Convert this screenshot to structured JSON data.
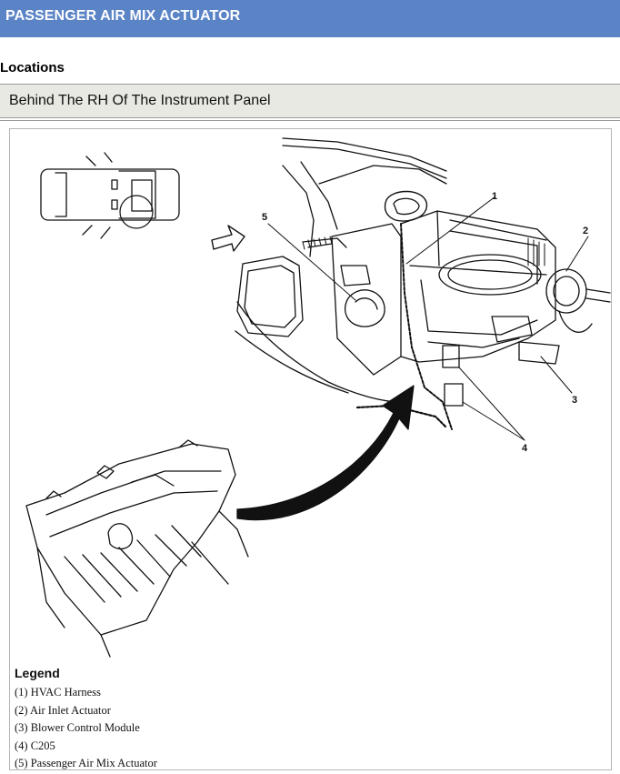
{
  "header": {
    "title": "PASSENGER AIR MIX ACTUATOR"
  },
  "locations": {
    "heading": "Locations",
    "value": "Behind The RH Of The Instrument Panel"
  },
  "figure": {
    "callouts": [
      "1",
      "2",
      "3",
      "4",
      "5"
    ],
    "legend": {
      "title": "Legend",
      "items": [
        "(1) HVAC Harness",
        "(2) Air Inlet Actuator",
        "(3) Blower Control Module",
        "(4) C205",
        "(5) Passenger Air Mix Actuator"
      ]
    }
  }
}
